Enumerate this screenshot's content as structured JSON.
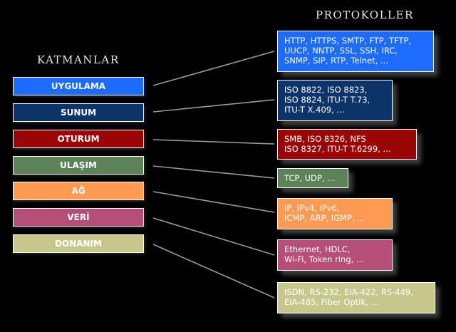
{
  "headings": {
    "protocols": "PROTOKOLLER",
    "layers": "KATMANLAR"
  },
  "layers": [
    {
      "label": "UYGULAMA",
      "color": "#1d6bff"
    },
    {
      "label": "SUNUM",
      "color": "#0c3468"
    },
    {
      "label": "OTURUM",
      "color": "#9a0505"
    },
    {
      "label": "ULAŞIM",
      "color": "#5c8257"
    },
    {
      "label": "AĞ",
      "color": "#ff9a52"
    },
    {
      "label": "VERİ",
      "color": "#b54f78"
    },
    {
      "label": "DONANIM",
      "color": "#c6c78b"
    }
  ],
  "protocols": [
    {
      "text": "HTTP, HTTPS, SMTP, FTP, TFTP,\nUUCP, NNTP, SSL, SSH, IRC,\nSNMP, SIP, RTP, Telnet, ...",
      "color": "#1d6bff"
    },
    {
      "text": "ISO 8822, ISO 8823,\nISO 8824, ITU-T T.73,\nITU-T X.409, ...",
      "color": "#0c3468"
    },
    {
      "text": "SMB, ISO 8326, NFS\nISO 8327, ITU-T T.6299, ...",
      "color": "#9a0505"
    },
    {
      "text": "TCP, UDP, ...",
      "color": "#5c8257"
    },
    {
      "text": "IP, IPv4, IPv6,\nICMP, ARP, IGMP, ...",
      "color": "#ff9a52"
    },
    {
      "text": "Ethernet, HDLC,\nWi-Fi, Token ring, ...",
      "color": "#b54f78"
    },
    {
      "text": "ISDN, RS-232, EIA-422, RS-449,\nEIA-485, Fiber Optik, ...",
      "color": "#c6c78b"
    }
  ]
}
